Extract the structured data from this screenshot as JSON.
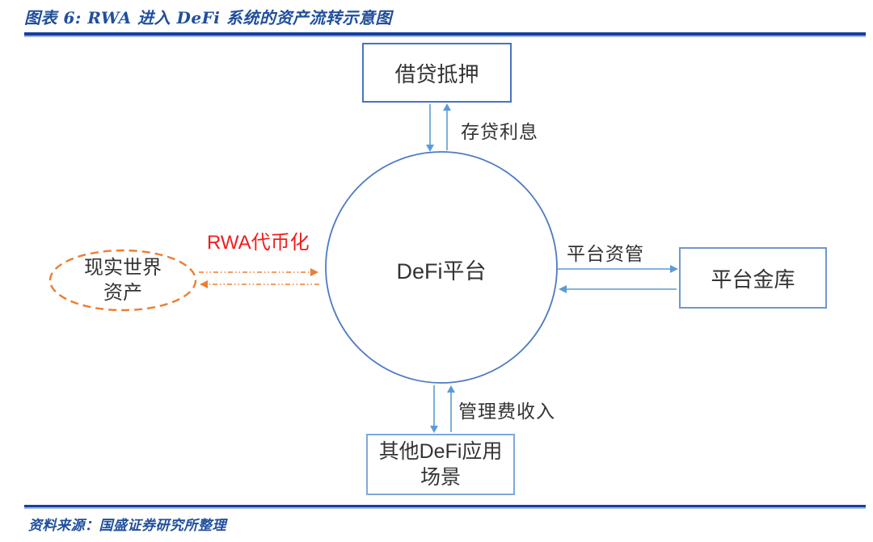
{
  "figure": {
    "title": "图表 6:  RWA 进入 DeFi 系统的资产流转示意图",
    "source": "资料来源：国盛证券研究所整理",
    "rule_navy": "#1440A0",
    "rule_light_blue": "#A5B9DE",
    "title_color": "#1F4E9C"
  },
  "diagram": {
    "center_node": {
      "label": "DeFi平台"
    },
    "nodes": {
      "top_box": {
        "label": "借贷抵押"
      },
      "right_box": {
        "label": "平台金库"
      },
      "bottom_box": {
        "lines": [
          "其他DeFi应用",
          "场景"
        ]
      },
      "left_ellipse": {
        "lines": [
          "现实世界",
          "资产"
        ]
      }
    },
    "flow_labels": {
      "top": "存贷利息",
      "right": "平台资管",
      "bottom": "管理费收入",
      "left": "RWA代币化"
    },
    "colors": {
      "box_border_blue": "#4673C2",
      "circle_border_blue": "#4D7AC2",
      "arrow_blue": "#5B9BD5",
      "dashed_orange": "#ED7D31",
      "highlight_red": "#F11C1C",
      "text_black": "#333333"
    }
  }
}
